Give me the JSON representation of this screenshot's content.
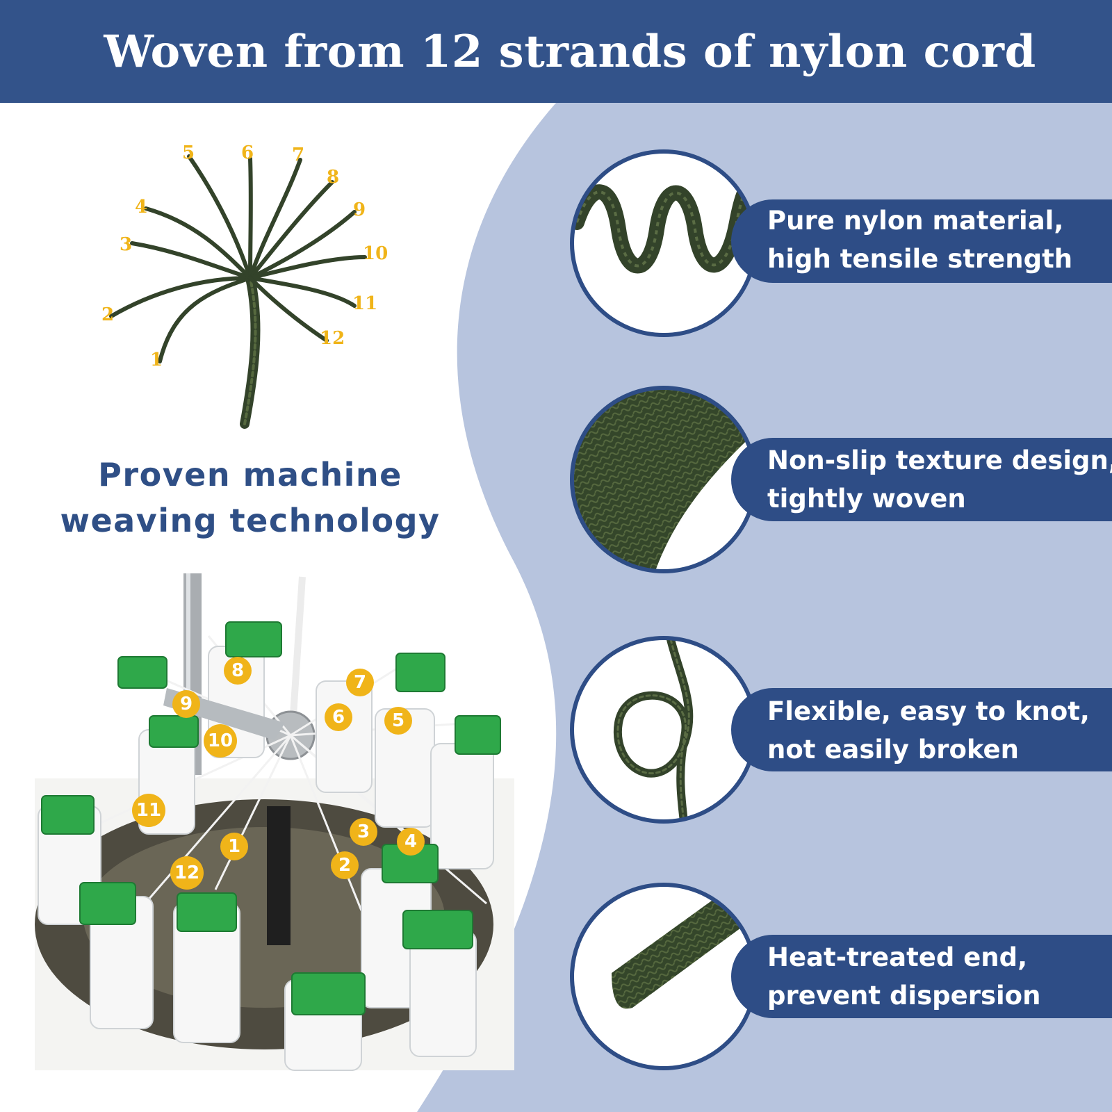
{
  "header": {
    "title": "Woven from 12 strands of nylon cord"
  },
  "left": {
    "subtitle_line1": "Proven machine",
    "subtitle_line2": "weaving technology",
    "strand_numbers": [
      "1",
      "2",
      "3",
      "4",
      "5",
      "6",
      "7",
      "8",
      "9",
      "10",
      "11",
      "12"
    ],
    "machine_numbers": [
      "8",
      "7",
      "9",
      "6",
      "5",
      "10",
      "11",
      "1",
      "3",
      "4",
      "2",
      "12"
    ]
  },
  "features": [
    {
      "line1": "Pure nylon material,",
      "line2": "high tensile strength",
      "icon": "coil-cord-icon"
    },
    {
      "line1": "Non-slip texture design,",
      "line2": "tightly woven",
      "icon": "woven-texture-icon"
    },
    {
      "line1": "Flexible, easy to knot,",
      "line2": "not easily broken",
      "icon": "knot-icon"
    },
    {
      "line1": "Heat-treated end,",
      "line2": "prevent dispersion",
      "icon": "sealed-end-icon"
    }
  ],
  "colors": {
    "header_bg": "#33538a",
    "panel_bg": "#b7c4de",
    "pill_bg": "#2e4d86",
    "cord_green": "#3b4a2b",
    "badge_yellow": "#f0b419",
    "spool_green": "#2fa84a"
  }
}
